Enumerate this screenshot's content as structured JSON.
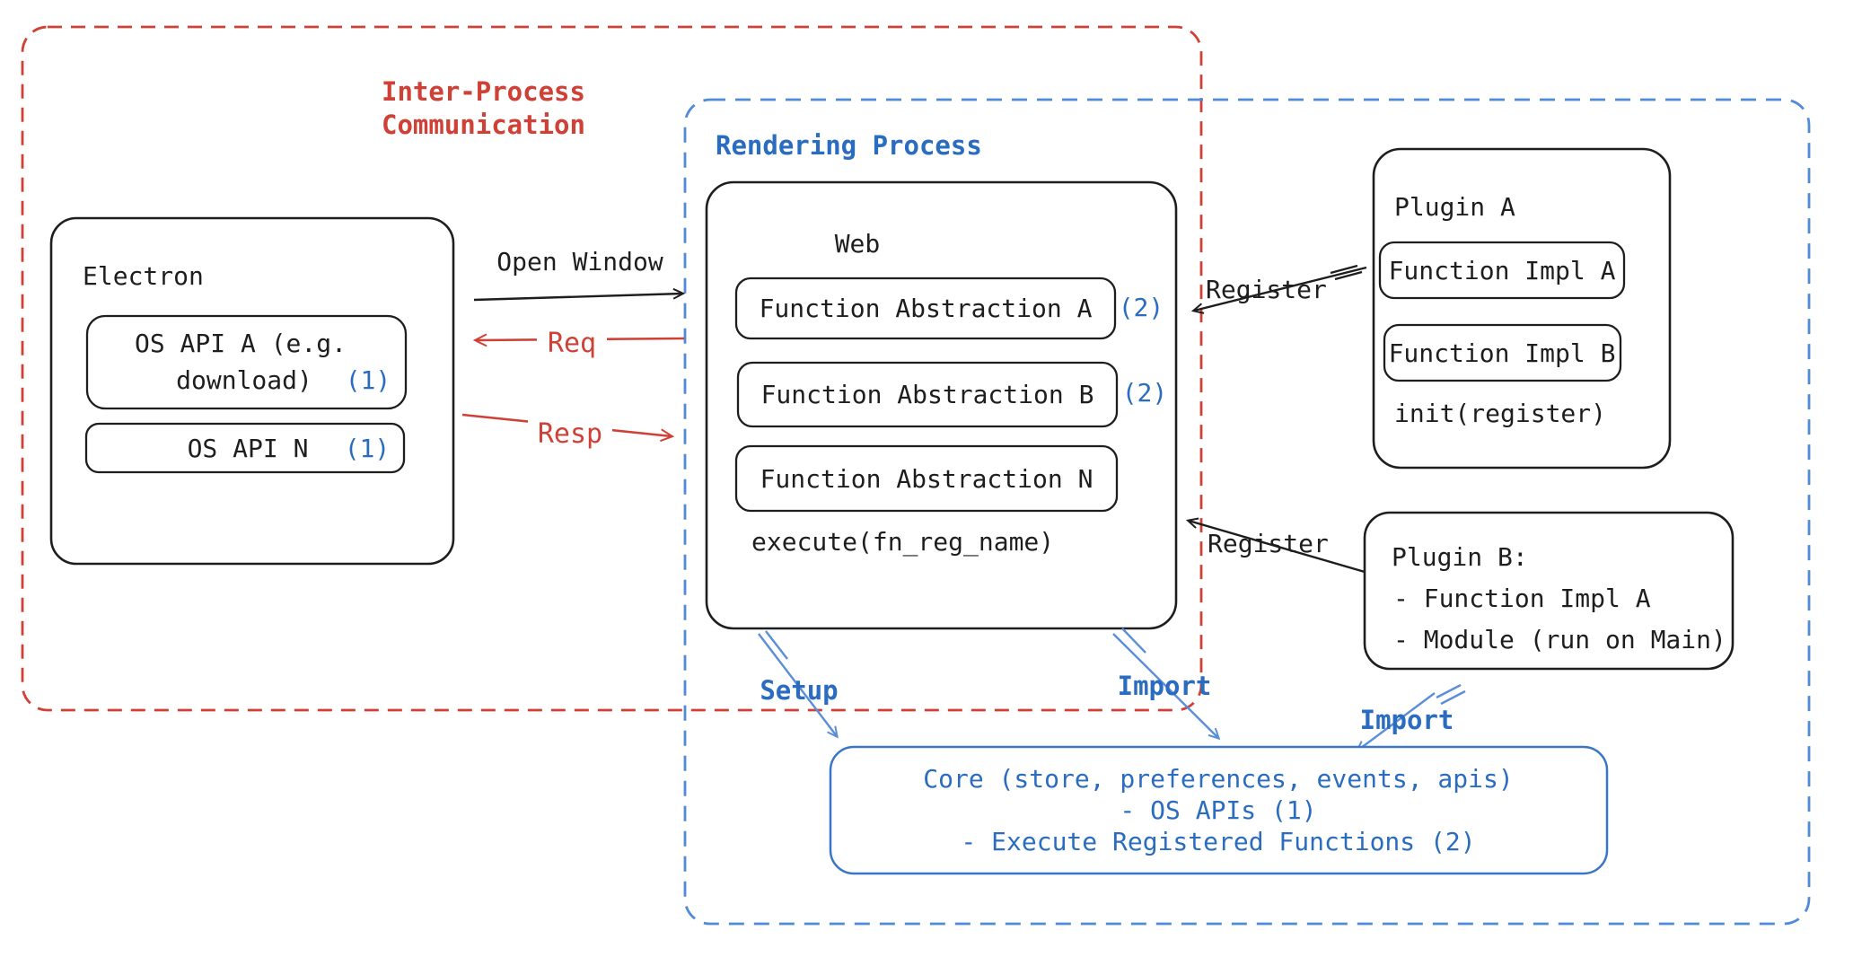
{
  "zones": {
    "ipc": {
      "line1": "Inter-Process",
      "line2": "Communication"
    },
    "rendering": {
      "label": "Rendering Process"
    }
  },
  "electron": {
    "title": "Electron",
    "api_a_line1": "OS API A (e.g.",
    "api_a_line2": "download)",
    "api_a_num": "(1)",
    "api_n_label": "OS API N",
    "api_n_num": "(1)"
  },
  "web": {
    "title": "Web",
    "fa_a": "Function Abstraction A",
    "fa_a_num": "(2)",
    "fa_b": "Function Abstraction B",
    "fa_b_num": "(2)",
    "fa_n": "Function Abstraction N",
    "execute_label": "execute(fn_reg_name)"
  },
  "plugin_a": {
    "title": "Plugin A",
    "impl_a": "Function Impl A",
    "impl_b": "Function Impl B",
    "init_label": "init(register)"
  },
  "plugin_b": {
    "line1": "Plugin B:",
    "line2": "- Function Impl A",
    "line3": "- Module (run on Main)"
  },
  "core": {
    "line1": "Core (store, preferences, events, apis)",
    "line2": "- OS APIs (1)",
    "line3": "- Execute Registered Functions (2)"
  },
  "arrows": {
    "open_window": "Open Window",
    "req": "Req",
    "resp": "Resp",
    "register_a": "Register",
    "register_b": "Register",
    "setup": "Setup",
    "import_web": "Import",
    "import_plugin": "Import"
  },
  "colors": {
    "black": "#1e1e1e",
    "red": "#cf4036",
    "blue": "#2a6cc0",
    "blue_dash": "#4f8bd6",
    "blue_arrow": "#5a8ed8",
    "core_border": "#3a75c8"
  }
}
